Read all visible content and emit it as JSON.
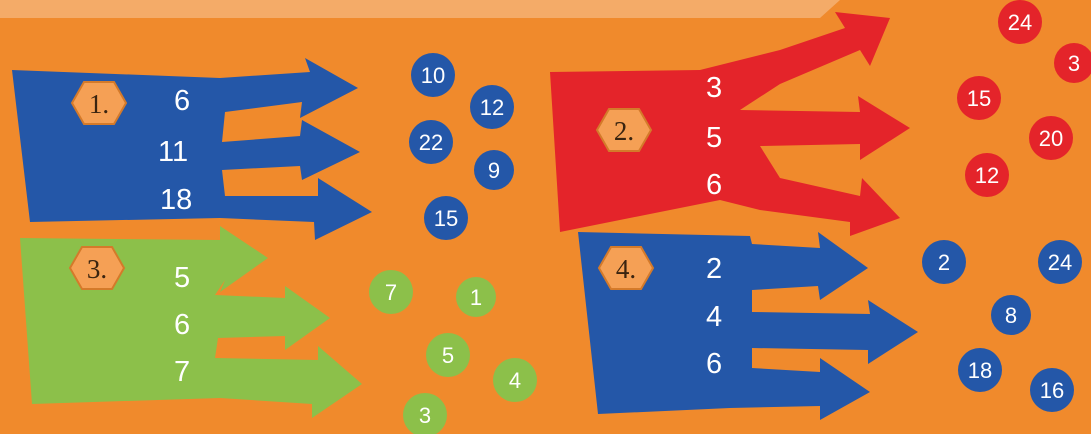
{
  "colors": {
    "background": "#f08a2c",
    "blue": "#2457a8",
    "red": "#e4242a",
    "green": "#8cc04a",
    "badge": "#f5a055"
  },
  "panels": [
    {
      "id": "1",
      "label": "1.",
      "color": "blue",
      "numbers": [
        "6",
        "11",
        "18"
      ],
      "blobs": [
        "10",
        "12",
        "22",
        "9",
        "15"
      ]
    },
    {
      "id": "2",
      "label": "2.",
      "color": "red",
      "numbers": [
        "3",
        "5",
        "6"
      ],
      "blobs": [
        "24",
        "3",
        "15",
        "20",
        "12"
      ]
    },
    {
      "id": "3",
      "label": "3.",
      "color": "green",
      "numbers": [
        "5",
        "6",
        "7"
      ],
      "blobs": [
        "7",
        "1",
        "5",
        "4",
        "3"
      ]
    },
    {
      "id": "4",
      "label": "4.",
      "color": "blue",
      "numbers": [
        "2",
        "4",
        "6"
      ],
      "blobs": [
        "2",
        "24",
        "8",
        "18",
        "16"
      ]
    }
  ]
}
